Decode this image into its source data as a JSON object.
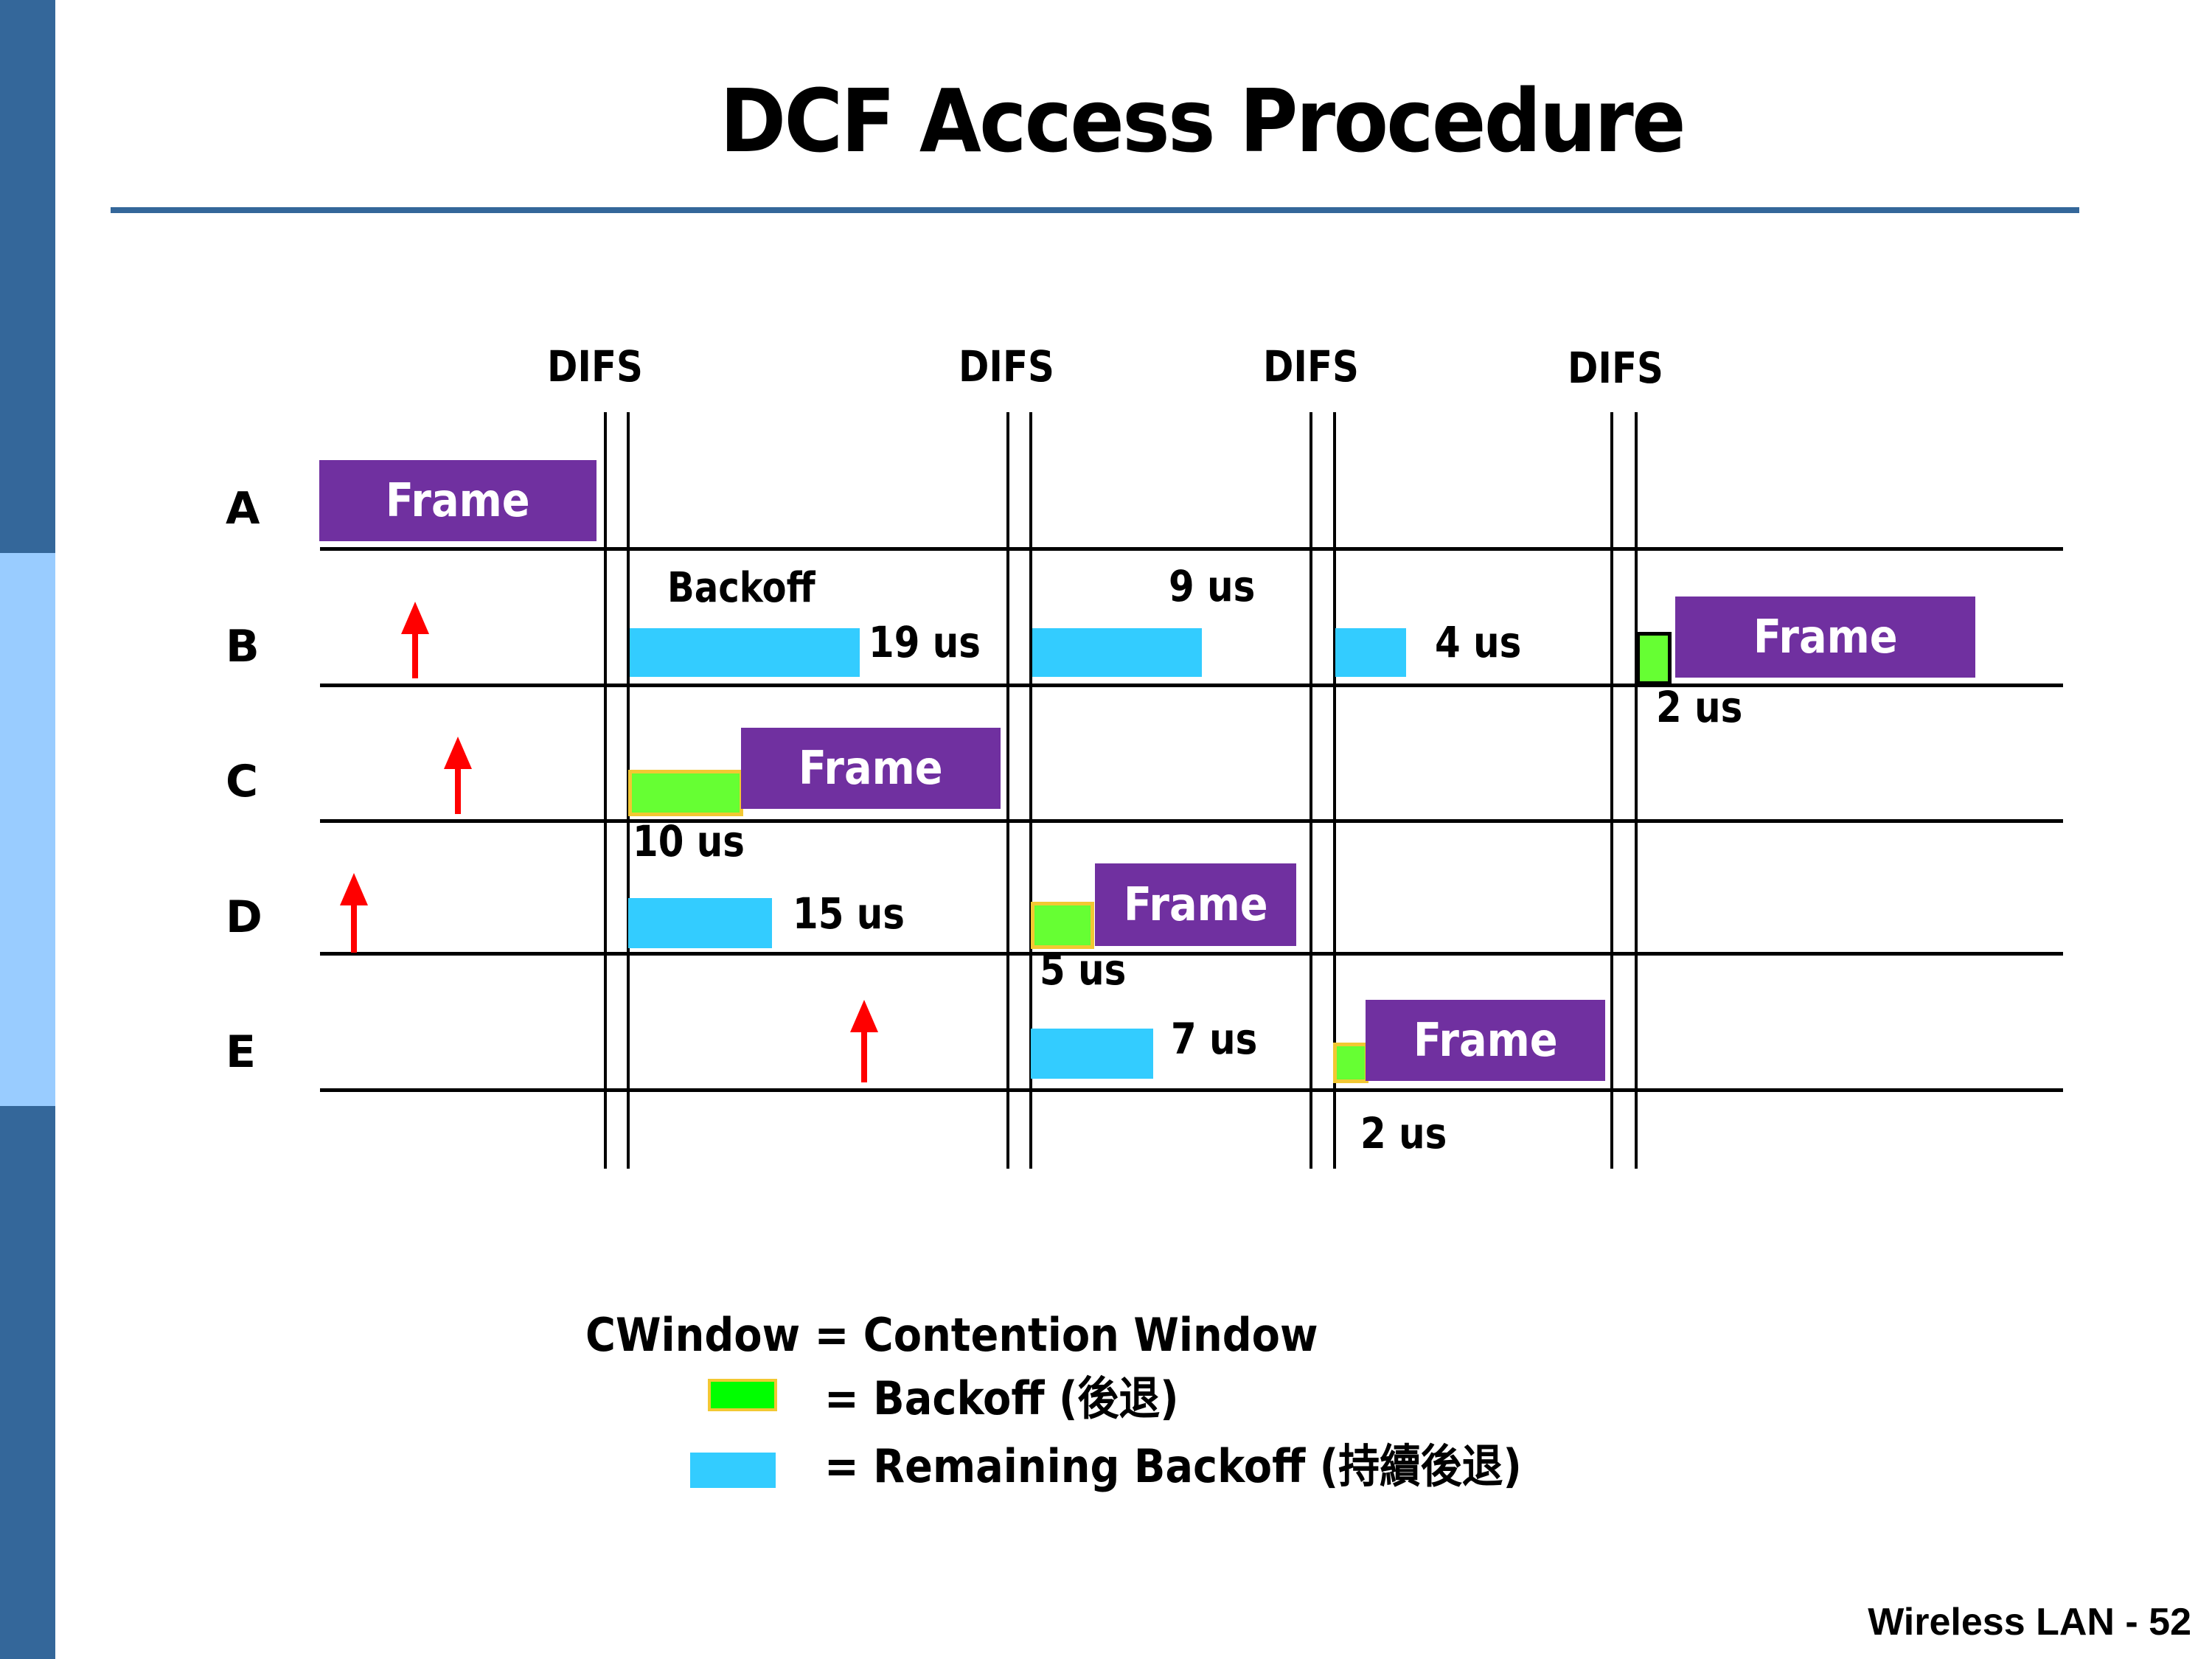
{
  "slide": {
    "title": "DCF Access Procedure",
    "footer": "Wireless LAN - 52",
    "colors": {
      "sidebar_dark": "#34679a",
      "sidebar_light": "#99ccff",
      "rule": "#34679a",
      "frame": "#7030a0",
      "backoff": "#66ff33",
      "backoff_border": "#f2c832",
      "remaining_backoff": "#33ccff",
      "arrow": "#ff0000"
    }
  },
  "diagram": {
    "difs_labels": [
      "DIFS",
      "DIFS",
      "DIFS",
      "DIFS"
    ],
    "stations": [
      "A",
      "B",
      "C",
      "D",
      "E"
    ],
    "frame_label": "Frame",
    "backoff_heading": "Backoff",
    "station_a": {
      "frame": "Frame"
    },
    "station_b": {
      "remaining_1": "19 us",
      "remaining_2": "9 us",
      "remaining_3": "4 us",
      "backoff": "2 us",
      "frame": "Frame"
    },
    "station_c": {
      "backoff": "10 us",
      "frame": "Frame"
    },
    "station_d": {
      "remaining_1": "15 us",
      "backoff": "5 us",
      "frame": "Frame"
    },
    "station_e": {
      "remaining_1": "7 us",
      "backoff": "2 us",
      "frame": "Frame"
    }
  },
  "legend": {
    "cwindow": "CWindow = Contention Window",
    "backoff": "= Backoff (後退)",
    "remaining": "= Remaining Backoff (持續後退)"
  }
}
